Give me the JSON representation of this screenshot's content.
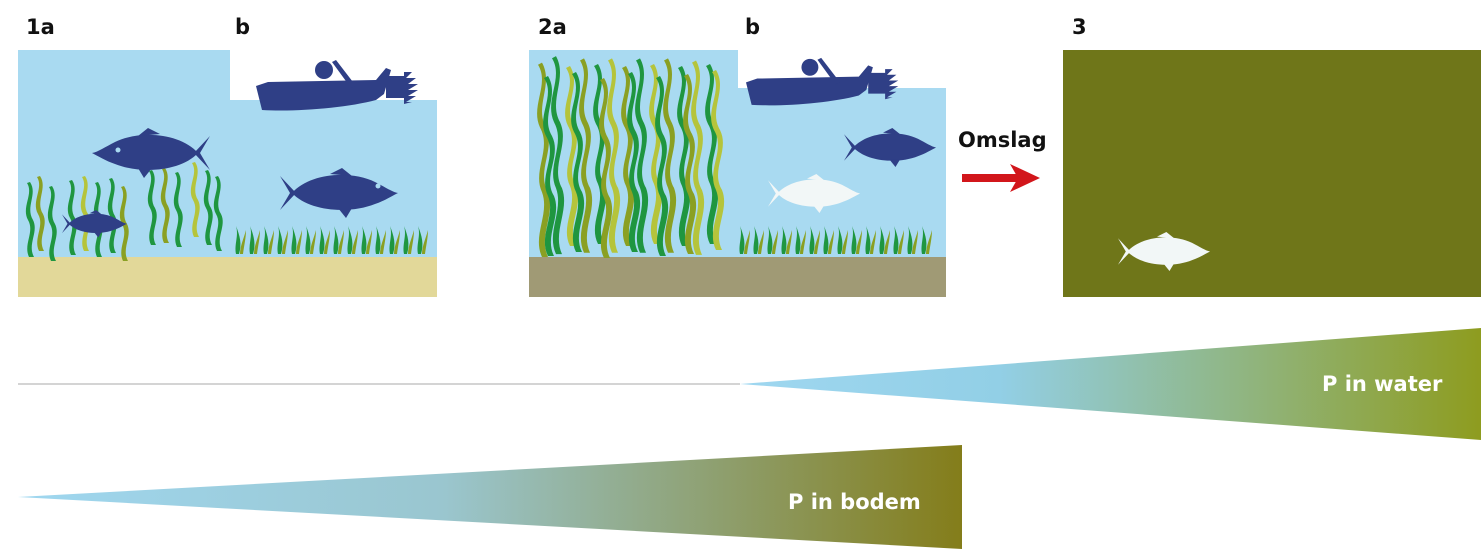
{
  "panels": {
    "p1a": "1a",
    "p1b": "b",
    "p2a": "2a",
    "p2b": "b",
    "p3": "3"
  },
  "transition_label": "Omslag",
  "wedges": {
    "water": "P in water",
    "bodem": "P in bodem"
  },
  "colors": {
    "clear_water": "#a9daf1",
    "sand": "#e2d899",
    "mud": "#a09a75",
    "turbid_water": "#6f7619",
    "fish_dark": "#2f3f86",
    "fish_light": "#f2f7f7",
    "plant_green": "#1f9640",
    "plant_olive": "#8aa023",
    "plant_lime": "#b5c43b",
    "arrow_red": "#d2161b",
    "wedge_start": "#9fd7f0",
    "wedge_end_water": "#8e9c1f",
    "wedge_end_bodem": "#847d1a"
  },
  "icons": [
    "boat-with-rake-icon",
    "fish-icon",
    "red-arrow-icon",
    "tall-plant-icon",
    "short-plant-icon"
  ]
}
